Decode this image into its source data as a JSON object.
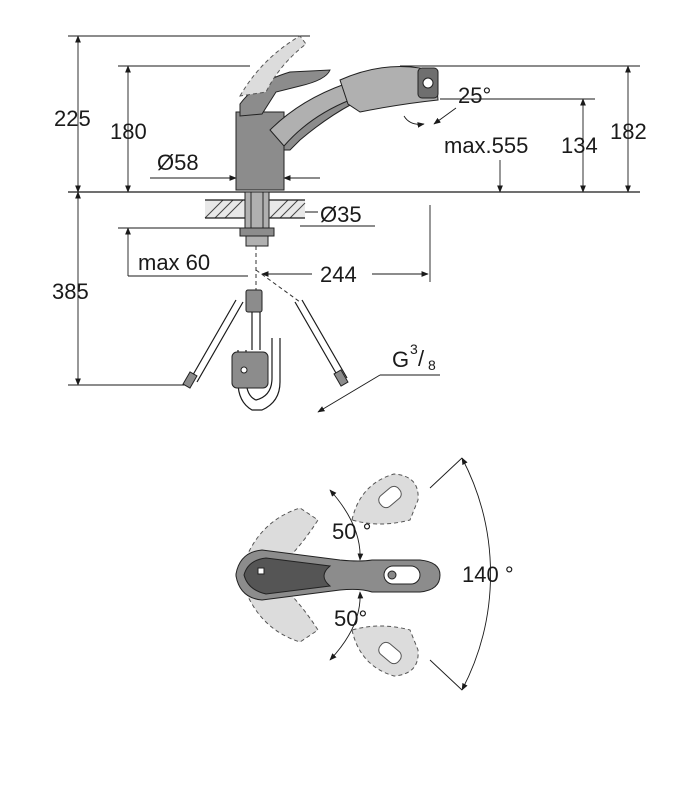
{
  "dimensions": {
    "total_height": "225",
    "lever_height": "180",
    "spout_reach_height": "182",
    "outlet_height": "134",
    "spray_angle": "25°",
    "hose_extension": "max.555",
    "body_diameter": "Ø58",
    "hole_diameter": "Ø35",
    "max_counter_thickness": "max 60",
    "reach": "244",
    "hose_length": "385",
    "thread": "G",
    "thread_num": "3",
    "thread_den": "8",
    "lever_angle_up": "50 °",
    "lever_angle_down": "50°",
    "total_swivel": "140 °"
  }
}
